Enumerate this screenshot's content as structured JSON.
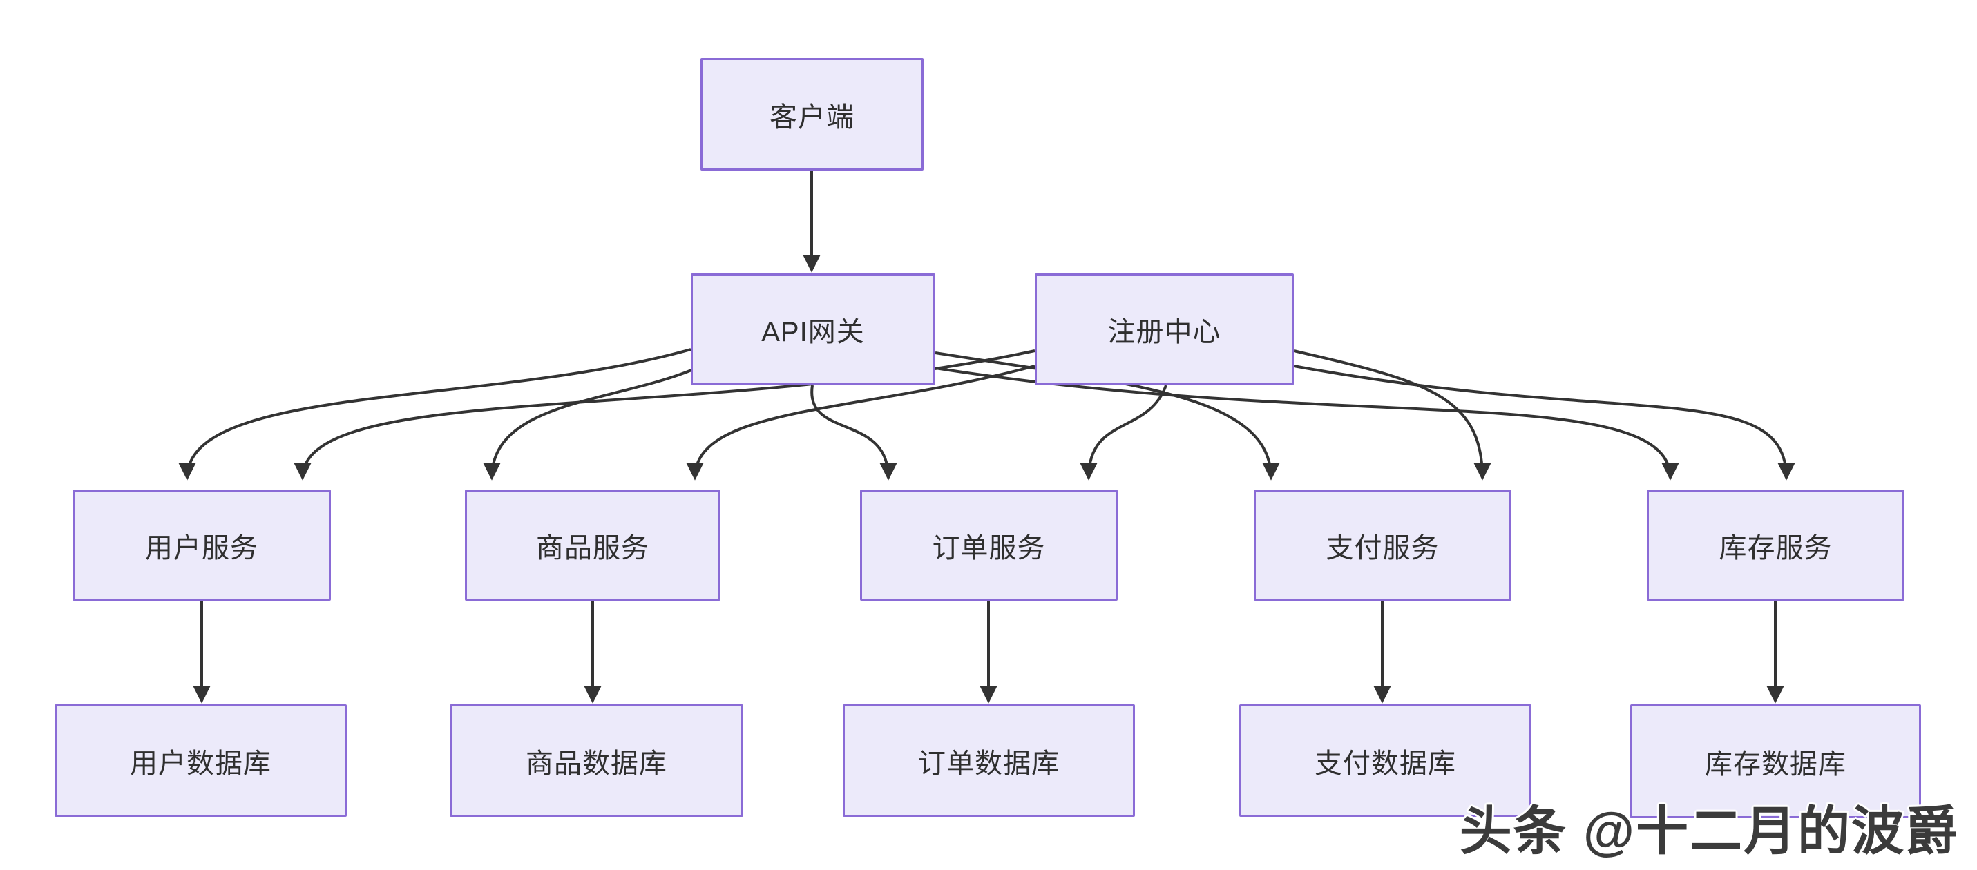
{
  "diagram": {
    "nodes": {
      "client": {
        "label": "客户端"
      },
      "api_gateway": {
        "label": "API网关"
      },
      "registry": {
        "label": "注册中心"
      },
      "user_service": {
        "label": "用户服务"
      },
      "product_service": {
        "label": "商品服务"
      },
      "order_service": {
        "label": "订单服务"
      },
      "payment_service": {
        "label": "支付服务"
      },
      "inventory_service": {
        "label": "库存服务"
      },
      "user_db": {
        "label": "用户数据库"
      },
      "product_db": {
        "label": "商品数据库"
      },
      "order_db": {
        "label": "订单数据库"
      },
      "payment_db": {
        "label": "支付数据库"
      },
      "inventory_db": {
        "label": "库存数据库"
      }
    },
    "edges": [
      {
        "from": "客户端",
        "to": "API网关"
      },
      {
        "from": "API网关",
        "to": "用户服务"
      },
      {
        "from": "API网关",
        "to": "商品服务"
      },
      {
        "from": "API网关",
        "to": "订单服务"
      },
      {
        "from": "API网关",
        "to": "支付服务"
      },
      {
        "from": "API网关",
        "to": "库存服务"
      },
      {
        "from": "注册中心",
        "to": "用户服务"
      },
      {
        "from": "注册中心",
        "to": "商品服务"
      },
      {
        "from": "注册中心",
        "to": "订单服务"
      },
      {
        "from": "注册中心",
        "to": "支付服务"
      },
      {
        "from": "注册中心",
        "to": "库存服务"
      },
      {
        "from": "用户服务",
        "to": "用户数据库"
      },
      {
        "from": "商品服务",
        "to": "商品数据库"
      },
      {
        "from": "订单服务",
        "to": "订单数据库"
      },
      {
        "from": "支付服务",
        "to": "支付数据库"
      },
      {
        "from": "库存服务",
        "to": "库存数据库"
      }
    ],
    "colors": {
      "node_fill": "#ECEAFA",
      "node_border": "#8A6BD6",
      "edge": "#333333",
      "label_text": "#2F2F2F",
      "watermark_text": "#3B3B3B"
    }
  },
  "watermark": {
    "text": "头条 @十二月的波爵"
  }
}
